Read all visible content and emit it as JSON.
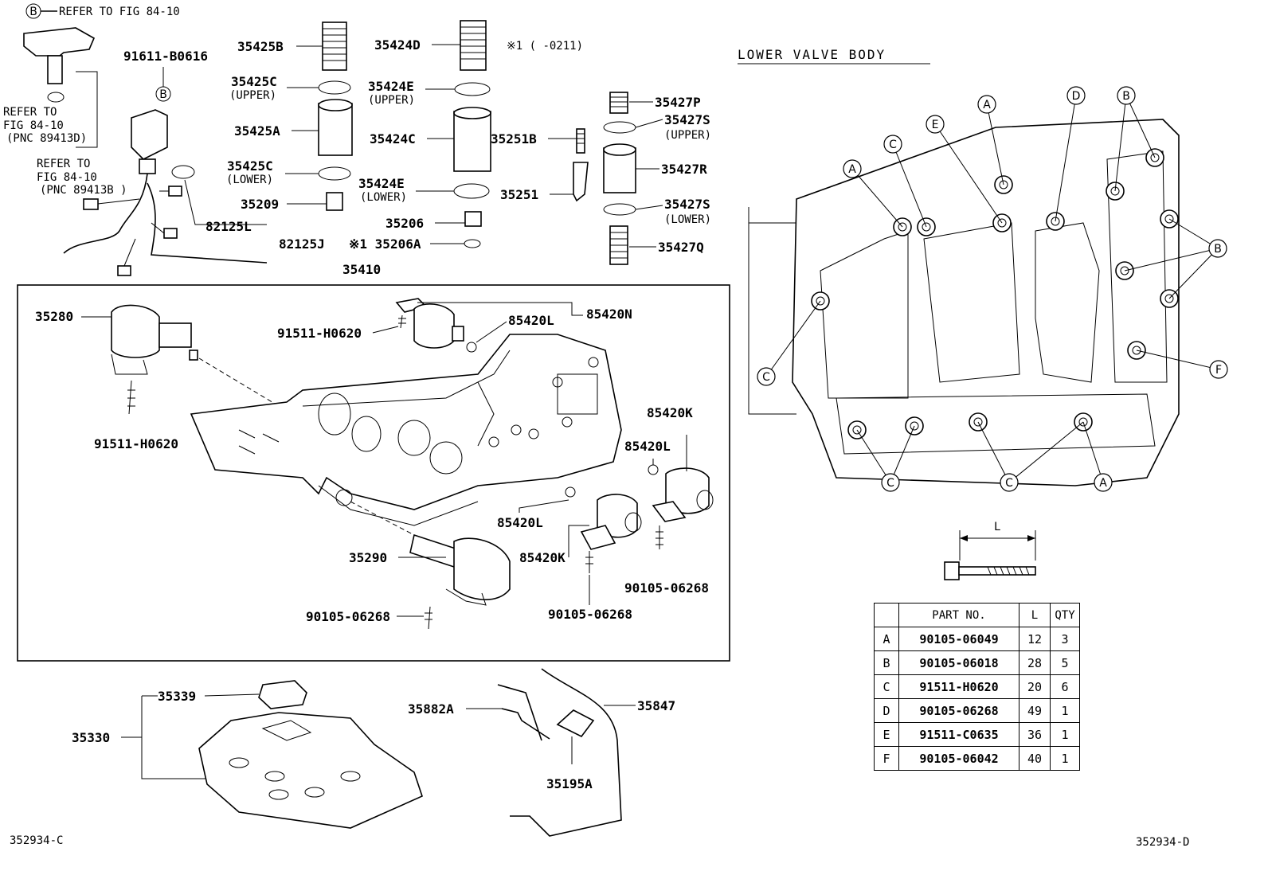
{
  "left_code": "352934-C",
  "right_code": "352934-D",
  "valve_title": "LOWER VALVE BODY",
  "refs": {
    "b_fig": "REFER TO FIG 84-10",
    "refer_to": "REFER TO",
    "fig": "FIG 84-10",
    "pnc1": "(PNC 89413D)",
    "pnc2": "(PNC 89413B )",
    "note1": "※1 (     -0211)"
  },
  "labels": {
    "p91611": "91611-B0616",
    "p35425B": "35425B",
    "p35424D": "35424D",
    "p35425C_u": "35425C",
    "upper": "(UPPER)",
    "p35424E_u": "35424E",
    "p35425A": "35425A",
    "p35424C": "35424C",
    "p35251B": "35251B",
    "p35425C_l": "35425C",
    "lower": "(LOWER)",
    "p35424E_l": "35424E",
    "p35209": "35209",
    "p35206": "35206",
    "p35251": "35251",
    "p82125L": "82125L",
    "p82125J": "82125J",
    "p35206A": "※1 35206A",
    "p35427P": "35427P",
    "p35427S_u": "35427S",
    "p35427R": "35427R",
    "p35427S_l": "35427S",
    "p35427Q": "35427Q",
    "p35410": "35410",
    "p35280": "35280",
    "p85420N": "85420N",
    "p91511a": "91511-H0620",
    "p85420L_a": "85420L",
    "p91511b": "91511-H0620",
    "p85420K_a": "85420K",
    "p85420L_b": "85420L",
    "p85420L_c": "85420L",
    "p85420K_b": "85420K",
    "p35290": "35290",
    "p90105a": "90105-06268",
    "p90105b": "90105-06268",
    "p90105c": "90105-06268",
    "p35339": "35339",
    "p35330": "35330",
    "p35882A": "35882A",
    "p35847": "35847",
    "p35195A": "35195A",
    "dim_L": "L"
  },
  "table": {
    "headers": [
      "",
      "PART NO.",
      "L",
      "QTY"
    ],
    "rows": [
      {
        "key": "A",
        "part": "90105-06049",
        "l": "12",
        "qty": "3"
      },
      {
        "key": "B",
        "part": "90105-06018",
        "l": "28",
        "qty": "5"
      },
      {
        "key": "C",
        "part": "91511-H0620",
        "l": "20",
        "qty": "6"
      },
      {
        "key": "D",
        "part": "90105-06268",
        "l": "49",
        "qty": "1"
      },
      {
        "key": "E",
        "part": "91511-C0635",
        "l": "36",
        "qty": "1"
      },
      {
        "key": "F",
        "part": "90105-06042",
        "l": "40",
        "qty": "1"
      }
    ]
  },
  "callouts": [
    "A",
    "C",
    "E",
    "A",
    "D",
    "B",
    "B",
    "C",
    "F",
    "C",
    "C",
    "A",
    "B"
  ]
}
